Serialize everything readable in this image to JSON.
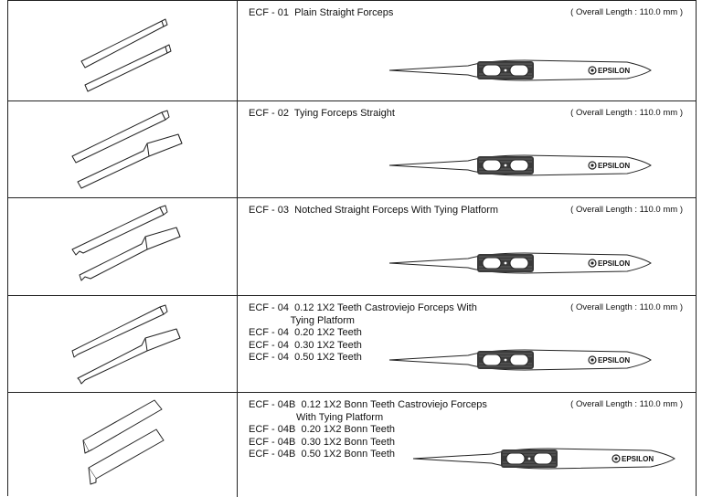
{
  "rows": [
    {
      "lines": [
        "ECF - 01  Plain Straight Forceps"
      ],
      "length": "( Overall Length : 110.0 mm )",
      "brand": "EPSILON",
      "tip_icon": "plain-straight-tip-icon"
    },
    {
      "lines": [
        "ECF - 02  Tying Forceps Straight"
      ],
      "length": "( Overall Length : 110.0 mm )",
      "brand": "EPSILON",
      "tip_icon": "tying-straight-tip-icon"
    },
    {
      "lines": [
        "ECF - 03  Notched Straight Forceps With Tying Platform"
      ],
      "length": "( Overall Length : 110.0 mm )",
      "brand": "EPSILON",
      "tip_icon": "notched-tip-icon"
    },
    {
      "lines": [
        "ECF - 04  0.12 1X2 Teeth Castroviejo Forceps With",
        "               Tying Platform",
        "ECF - 04  0.20 1X2 Teeth",
        "ECF - 04  0.30 1X2 Teeth",
        "ECF - 04  0.50 1X2 Teeth"
      ],
      "length": "( Overall Length : 110.0 mm )",
      "brand": "EPSILON",
      "tip_icon": "teeth-tip-icon"
    },
    {
      "lines": [
        "ECF - 04B  0.12 1X2 Bonn Teeth Castroviejo Forceps",
        "                 With Tying Platform",
        "ECF - 04B  0.20 1X2 Bonn Teeth",
        "ECF - 04B  0.30 1X2 Bonn Teeth",
        "ECF - 04B  0.50 1X2 Bonn Teeth"
      ],
      "length": "( Overall Length : 110.0 mm )",
      "brand": "EPSILON",
      "tip_icon": "bonn-teeth-tip-icon"
    }
  ]
}
